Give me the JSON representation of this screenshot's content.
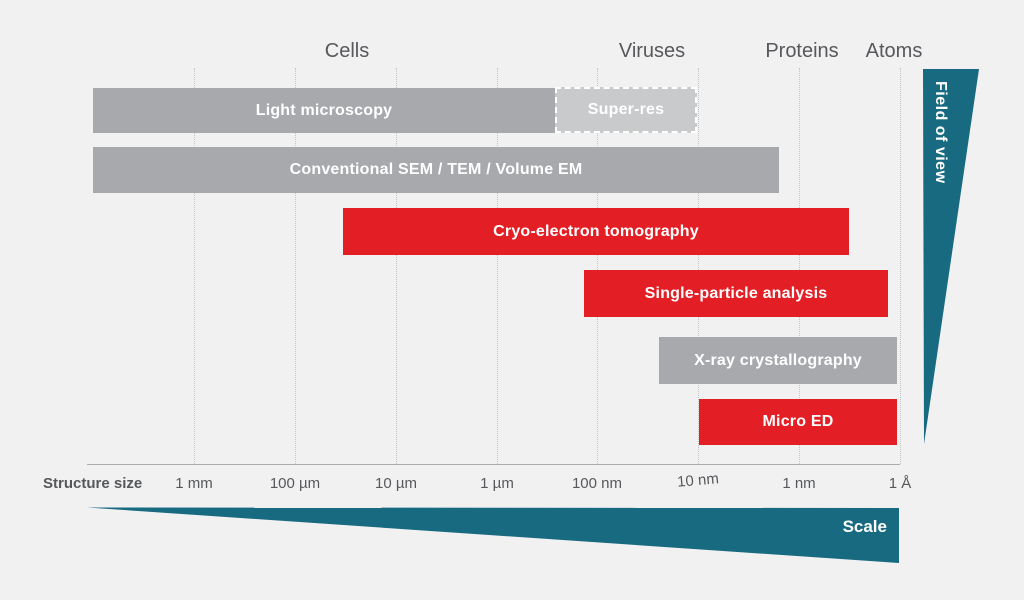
{
  "colors": {
    "background": "#f1f1f2",
    "bar_gray": "#a7a9ac",
    "bar_light_gray": "#c9cacc",
    "bar_red": "#e31e25",
    "teal": "#186a80",
    "text_gray": "#57585b",
    "bar_text": "#ffffff",
    "gridline": "#c3c4c6"
  },
  "decorations": {
    "field_of_view_label": "Field of view",
    "scale_label": "Scale"
  },
  "chart_data": {
    "type": "bar",
    "variant": "horizontal range bars (technique vs. structure size) on a logarithmic scale, size decreasing left to right",
    "title": "",
    "xlabel": "Structure size",
    "x_ticks": [
      "1 mm",
      "100 µm",
      "10 µm",
      "1 µm",
      "100 nm",
      "10 nm",
      "1 nm",
      "1 Å"
    ],
    "x_scale": "log, one decade per tick, decreasing",
    "top_markers": [
      "Cells",
      "Viruses",
      "Proteins",
      "Atoms"
    ],
    "series": [
      {
        "name": "Light microscopy",
        "range_from": "~1 cm",
        "range_to": "~250 nm",
        "color": "#a7a9ac",
        "style": "solid gray"
      },
      {
        "name": "Super-res",
        "range_from": "~250 nm",
        "range_to": "~10 nm",
        "color": "#c9cacc",
        "style": "light gray, white dashed border"
      },
      {
        "name": "Conventional SEM / TEM / Volume EM",
        "range_from": "~1 cm",
        "range_to": "~1.5 nm",
        "color": "#a7a9ac",
        "style": "solid gray"
      },
      {
        "name": "Cryo-electron tomography",
        "range_from": "~30 µm",
        "range_to": "~3 Å",
        "color": "#e31e25",
        "style": "solid red"
      },
      {
        "name": "Single-particle analysis",
        "range_from": "~150 nm",
        "range_to": "~1.3 Å",
        "color": "#e31e25",
        "style": "solid red"
      },
      {
        "name": "X-ray crystallography",
        "range_from": "~25 nm",
        "range_to": "~1 Å",
        "color": "#a7a9ac",
        "style": "solid gray"
      },
      {
        "name": "Micro ED",
        "range_from": "~10 nm",
        "range_to": "~1 Å",
        "color": "#e31e25",
        "style": "solid red"
      }
    ],
    "annotations": [
      "Teal wedge along right edge labeled 'Field of view', widest at top (Atoms level) narrowing downward",
      "Teal wedge along bottom labeled 'Scale', widest at right (1 Å) narrowing to a point at the left"
    ],
    "legend": "none",
    "grid": "dotted vertical gridlines at each decade tick"
  }
}
